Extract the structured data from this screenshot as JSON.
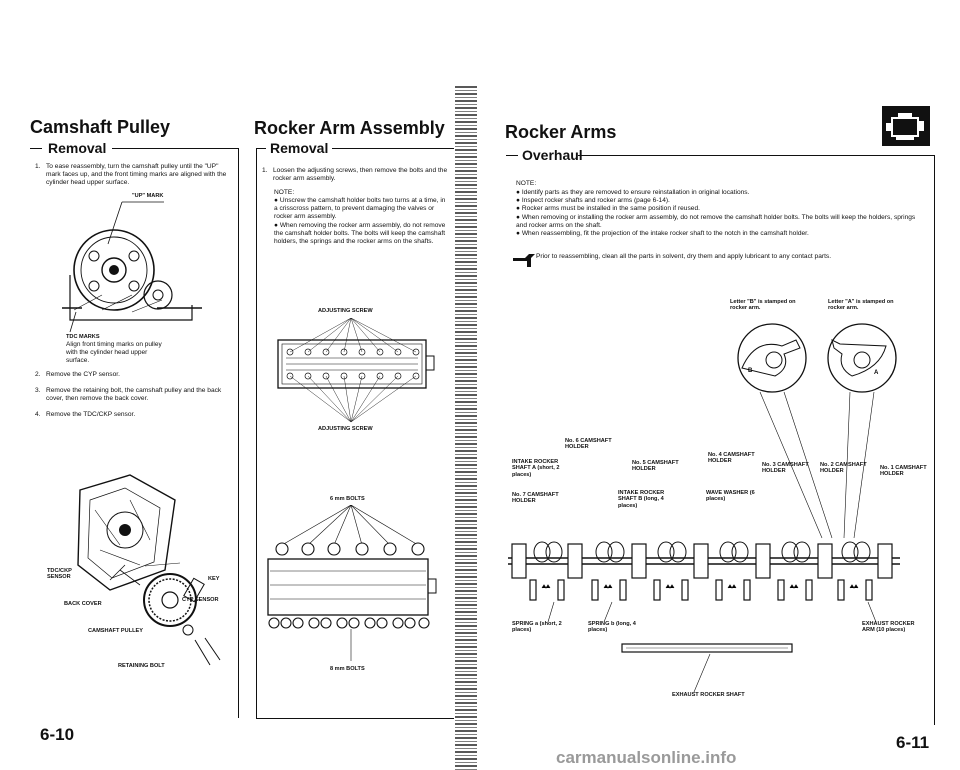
{
  "left_page": {
    "camshaft": {
      "title": "Camshaft Pulley",
      "subtitle": "Removal",
      "step1": "To ease reassembly, turn the camshaft pulley until the \"UP\" mark faces up, and the front timing marks are aligned with the cylinder head upper surface.",
      "step1_num": "1.",
      "fig1_up_label": "\"UP\" MARK",
      "fig1_tdc_label": "TDC MARKS",
      "fig1_tdc_note": "Align front timing marks on pulley with the cylinder head upper surface.",
      "step2_num": "2.",
      "step2": "Remove the CYP sensor.",
      "step3_num": "3.",
      "step3": "Remove the retaining bolt, the camshaft pulley and the back cover, then remove the back cover.",
      "step4_num": "4.",
      "step4": "Remove the TDC/CKP sensor.",
      "fig2_labels": {
        "tdc": "TDC/CKP SENSOR",
        "key": "KEY",
        "back_cover": "BACK COVER",
        "cyp": "CYP SENSOR",
        "pulley": "CAMSHAFT PULLEY",
        "bolt": "RETAINING BOLT"
      }
    },
    "rocker_assembly": {
      "title": "Rocker Arm Assembly",
      "subtitle": "Removal",
      "step1_num": "1.",
      "step1": "Loosen the adjusting screws, then remove the bolts and the rocker arm assembly.",
      "note_label": "NOTE:",
      "note_items": [
        "Unscrew the camshaft holder bolts two turns at a time, in a crisscross pattern, to prevent damaging the valves or rocker arm assembly.",
        "When removing the rocker arm assembly, do not remove the camshaft holder bolts. The bolts will keep the camshaft holders, the springs and the rocker arms on the shafts."
      ],
      "fig_top_label": "ADJUSTING SCREW",
      "fig_bottom_label": "ADJUSTING SCREW",
      "fig2_top_label": "6 mm BOLTS",
      "fig2_bottom_label": "8 mm BOLTS"
    },
    "page_number": "6-10"
  },
  "right_page": {
    "title": "Rocker Arms",
    "subtitle": "Overhaul",
    "note_label": "NOTE:",
    "notes": [
      "Identify parts as they are removed to ensure reinstallation in original locations.",
      "Inspect rocker shafts and rocker arms (page 6-14).",
      "Rocker arms must be installed in the same position if reused.",
      "When removing or installing the rocker arm assembly, do not remove the camshaft holder bolts. The bolts will keep the holders, springs and rocker arms on the shaft.",
      "When reassembling, fit the projection of the intake rocker shaft to the notch in the camshaft holder."
    ],
    "prior_note": "Prior to reassembling, clean all the parts in solvent, dry them and apply lubricant to any contact parts.",
    "labels": {
      "letter_b": "Letter \"B\" is stamped on rocker arm.",
      "letter_a": "Letter \"A\" is stamped on rocker arm.",
      "no6": "No. 6 CAMSHAFT HOLDER",
      "intake_a": "INTAKE ROCKER SHAFT A (short, 2 places)",
      "no5": "No. 5 CAMSHAFT HOLDER",
      "no4": "No. 4 CAMSHAFT HOLDER",
      "no3": "No. 3 CAMSHAFT HOLDER",
      "no2": "No. 2 CAMSHAFT HOLDER",
      "no1": "No. 1 CAMSHAFT HOLDER",
      "no7": "No. 7 CAMSHAFT HOLDER",
      "intake_b": "INTAKE ROCKER SHAFT B (long, 4 places)",
      "wave_washer": "WAVE WASHER (6 places)",
      "spring_a": "SPRING a (short, 2 places)",
      "spring_b": "SPRING b (long, 4 places)",
      "exhaust_arm": "EXHAUST ROCKER ARM (10 places)",
      "exhaust_shaft": "EXHAUST ROCKER SHAFT"
    },
    "page_number": "6-11",
    "watermark": "carmanualsonline.info"
  }
}
